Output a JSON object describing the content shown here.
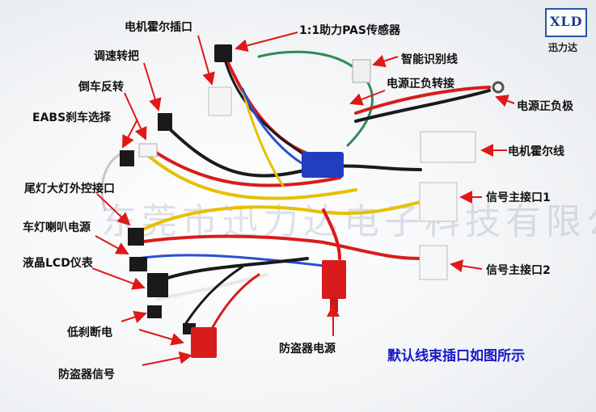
{
  "labels": {
    "motor_hall_socket": "电机霍尔插口",
    "pas_sensor": "1:1助力PAS传感器",
    "throttle": "调速转把",
    "smart_learn": "智能识别线",
    "reverse": "倒车反转",
    "power_adapter": "电源正负转接",
    "power_pole": "电源正负极",
    "eabs_brake": "EABS刹车选择",
    "motor_hall_wire": "电机霍尔线",
    "tail_head_light": "尾灯大灯外控接口",
    "signal_main_1": "信号主接口1",
    "light_horn_power": "车灯喇叭电源",
    "lcd_meter": "液晶LCD仪表",
    "signal_main_2": "信号主接口2",
    "low_brake": "低刹断电",
    "anti_theft_power": "防盗器电源",
    "anti_theft_signal": "防盗器信号"
  },
  "caption": "默认线束插口如图所示",
  "logo": {
    "mark": "XLD",
    "sub": "迅力达"
  },
  "watermark": "东莞市迅力达电子科技有限公司",
  "colors": {
    "arrow": "#e01818",
    "caption": "#1818c8",
    "wire_red": "#d81c1c",
    "wire_yellow": "#e6c000",
    "wire_green": "#2e8b57",
    "wire_blue": "#2a4fd0",
    "wire_black": "#1a1a1a",
    "wire_white": "#e8e8e8"
  }
}
